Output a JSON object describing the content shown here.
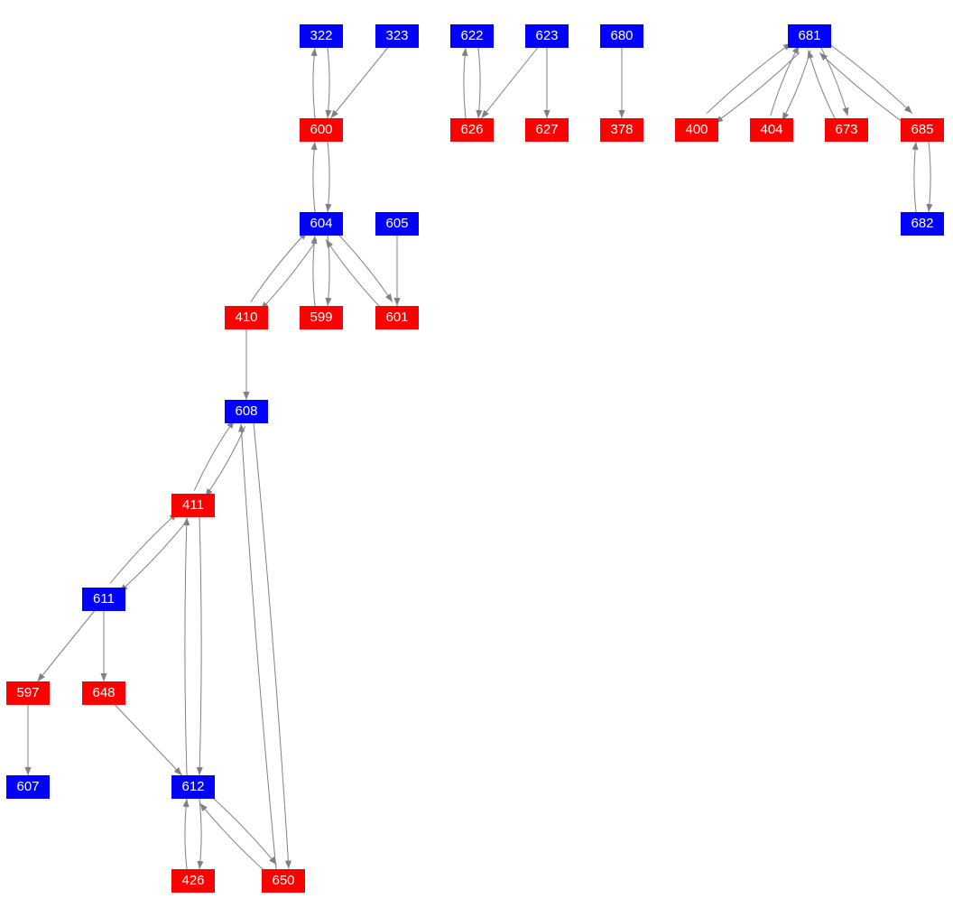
{
  "colors": {
    "blue": "#0000ff",
    "red": "#ff0000",
    "edge": "#808080"
  },
  "nodes": [
    {
      "id": "322",
      "color": "blue"
    },
    {
      "id": "323",
      "color": "blue"
    },
    {
      "id": "622",
      "color": "blue"
    },
    {
      "id": "623",
      "color": "blue"
    },
    {
      "id": "680",
      "color": "blue"
    },
    {
      "id": "681",
      "color": "blue"
    },
    {
      "id": "600",
      "color": "red"
    },
    {
      "id": "626",
      "color": "red"
    },
    {
      "id": "627",
      "color": "red"
    },
    {
      "id": "378",
      "color": "red"
    },
    {
      "id": "400",
      "color": "red"
    },
    {
      "id": "404",
      "color": "red"
    },
    {
      "id": "673",
      "color": "red"
    },
    {
      "id": "685",
      "color": "red"
    },
    {
      "id": "604",
      "color": "blue"
    },
    {
      "id": "605",
      "color": "blue"
    },
    {
      "id": "682",
      "color": "blue"
    },
    {
      "id": "410",
      "color": "red"
    },
    {
      "id": "599",
      "color": "red"
    },
    {
      "id": "601",
      "color": "red"
    },
    {
      "id": "608",
      "color": "blue"
    },
    {
      "id": "411",
      "color": "red"
    },
    {
      "id": "611",
      "color": "blue"
    },
    {
      "id": "597",
      "color": "red"
    },
    {
      "id": "648",
      "color": "red"
    },
    {
      "id": "607",
      "color": "blue"
    },
    {
      "id": "612",
      "color": "blue"
    },
    {
      "id": "426",
      "color": "red"
    },
    {
      "id": "650",
      "color": "red"
    }
  ],
  "edges": [
    [
      "322",
      "600",
      true
    ],
    [
      "323",
      "600",
      false
    ],
    [
      "622",
      "626",
      true
    ],
    [
      "623",
      "626",
      false
    ],
    [
      "623",
      "627",
      false
    ],
    [
      "680",
      "378",
      false
    ],
    [
      "681",
      "400",
      true
    ],
    [
      "681",
      "404",
      true
    ],
    [
      "681",
      "673",
      true
    ],
    [
      "681",
      "685",
      true
    ],
    [
      "685",
      "682",
      true
    ],
    [
      "600",
      "604",
      true
    ],
    [
      "604",
      "410",
      true
    ],
    [
      "604",
      "599",
      true
    ],
    [
      "604",
      "601",
      true
    ],
    [
      "605",
      "601",
      false
    ],
    [
      "410",
      "608",
      false
    ],
    [
      "608",
      "411",
      true
    ],
    [
      "608",
      "650",
      true
    ],
    [
      "411",
      "611",
      true
    ],
    [
      "411",
      "612",
      true
    ],
    [
      "611",
      "597",
      false
    ],
    [
      "611",
      "648",
      false
    ],
    [
      "597",
      "607",
      false
    ],
    [
      "648",
      "612",
      false
    ],
    [
      "612",
      "426",
      true
    ],
    [
      "612",
      "650",
      true
    ]
  ]
}
